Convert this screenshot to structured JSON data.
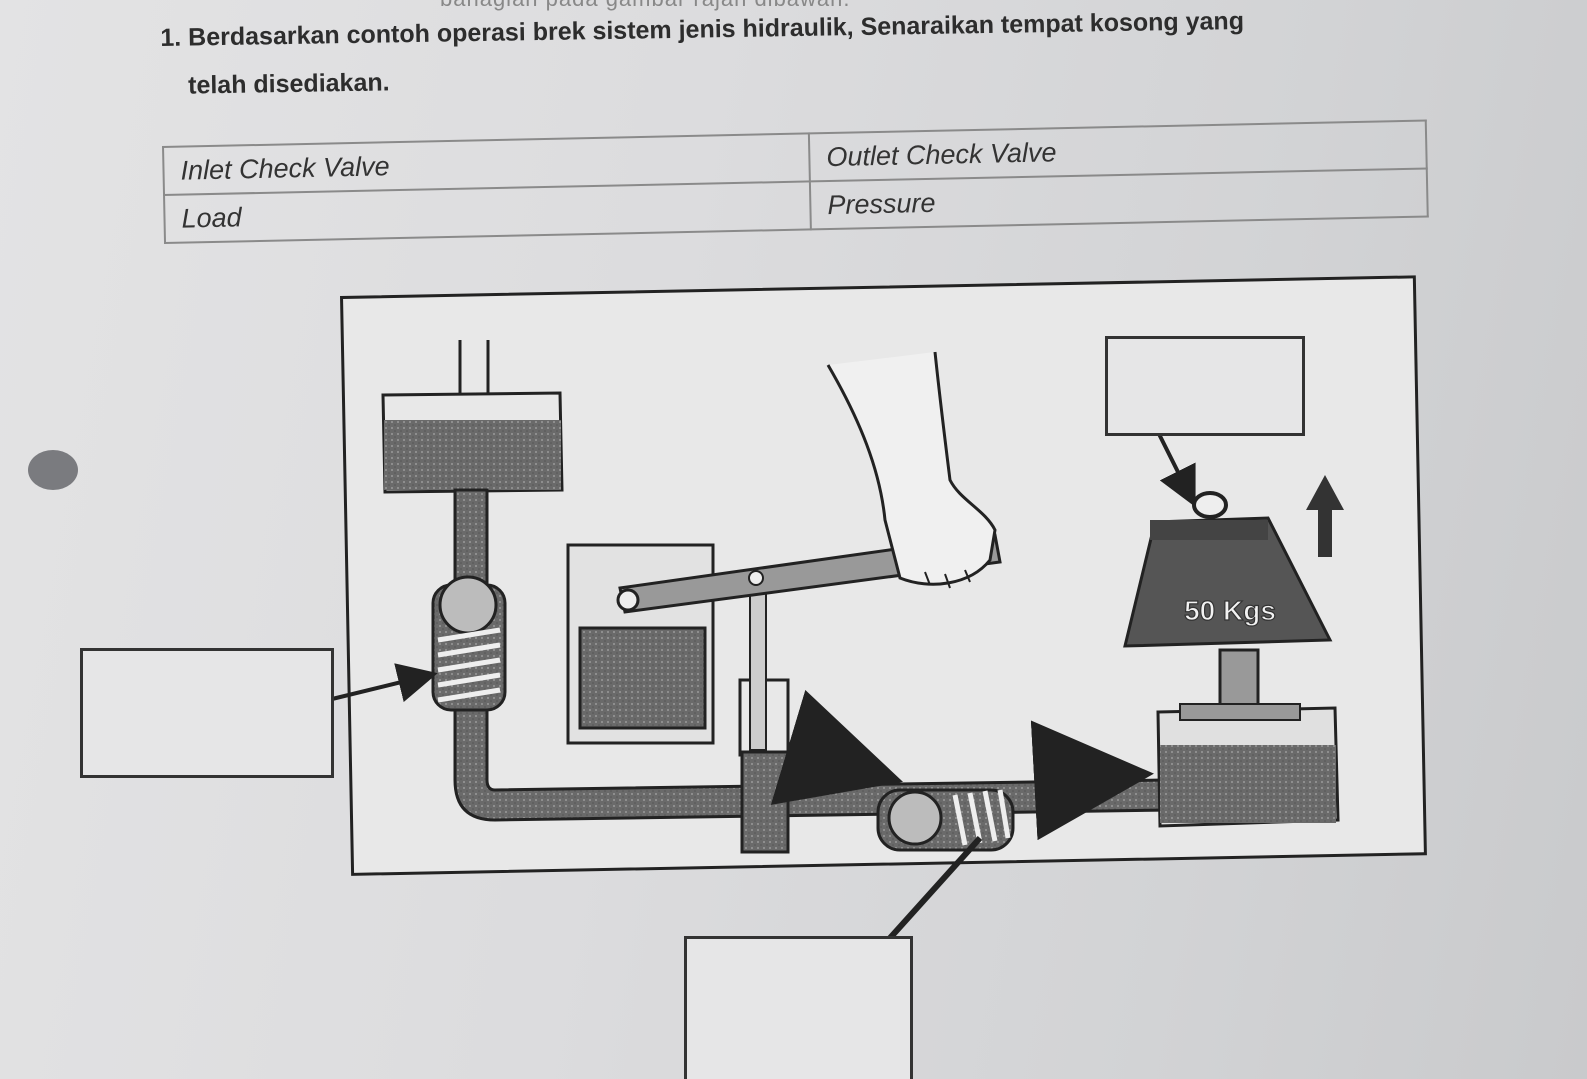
{
  "header_fragment": "bahagian pada gambar rajah dibawah.",
  "question": {
    "number": "1.",
    "line1": "Berdasarkan contoh operasi brek sistem jenis hidraulik, Senaraikan tempat kosong yang",
    "line2": "telah disediakan."
  },
  "word_bank": [
    [
      "Inlet Check Valve",
      "Outlet Check Valve"
    ],
    [
      "Load",
      "Pressure"
    ]
  ],
  "diagram": {
    "weight_label": "50 Kgs"
  },
  "answer_boxes": [
    "",
    "",
    ""
  ]
}
